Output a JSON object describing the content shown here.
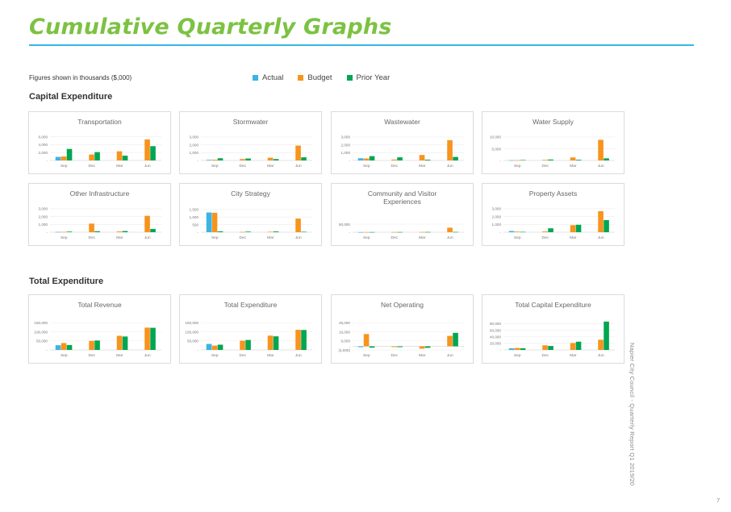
{
  "header": {
    "title": "Cumulative Quarterly Graphs"
  },
  "note": "Figures shown in thousands ($,000)",
  "legend": [
    {
      "label": "Actual",
      "color": "#3bb4e5"
    },
    {
      "label": "Budget",
      "color": "#f7941d"
    },
    {
      "label": "Prior Year",
      "color": "#00a651"
    }
  ],
  "sections": {
    "capital": "Capital Expenditure",
    "total": "Total Expenditure"
  },
  "footer": {
    "side_text": "Napier City Council - Quarterly Report Q1 2019/20",
    "page_number": "7"
  },
  "chart_data": [
    {
      "id": "transportation",
      "title": "Transportation",
      "type": "bar",
      "categories": [
        "Sep",
        "Dec",
        "Mar",
        "Jun"
      ],
      "ticks": [
        "-",
        "2,000",
        "4,000",
        "6,000"
      ],
      "ylim": [
        0,
        6500
      ],
      "series": [
        {
          "name": "Actual",
          "values": [
            900,
            0,
            0,
            0
          ]
        },
        {
          "name": "Budget",
          "values": [
            1000,
            1500,
            2300,
            5300
          ]
        },
        {
          "name": "Prior Year",
          "values": [
            2900,
            2100,
            1200,
            3600
          ]
        }
      ]
    },
    {
      "id": "stormwater",
      "title": "Stormwater",
      "type": "bar",
      "categories": [
        "Sep",
        "Dec",
        "Mar",
        "Jun"
      ],
      "ticks": [
        "-",
        "1,000",
        "2,000",
        "3,000"
      ],
      "ylim": [
        0,
        3300
      ],
      "series": [
        {
          "name": "Actual",
          "values": [
            80,
            0,
            0,
            0
          ]
        },
        {
          "name": "Budget",
          "values": [
            100,
            180,
            350,
            1900
          ]
        },
        {
          "name": "Prior Year",
          "values": [
            280,
            250,
            180,
            400
          ]
        }
      ]
    },
    {
      "id": "wastewater",
      "title": "Wastewater",
      "type": "bar",
      "categories": [
        "Sep",
        "Dec",
        "Mar",
        "Jun"
      ],
      "ticks": [
        "-",
        "1,000",
        "2,000",
        "3,000"
      ],
      "ylim": [
        0,
        3300
      ],
      "series": [
        {
          "name": "Actual",
          "values": [
            280,
            0,
            0,
            0
          ]
        },
        {
          "name": "Budget",
          "values": [
            250,
            120,
            700,
            2600
          ]
        },
        {
          "name": "Prior Year",
          "values": [
            550,
            400,
            100,
            450
          ]
        }
      ]
    },
    {
      "id": "water-supply",
      "title": "Water Supply",
      "type": "bar",
      "categories": [
        "Sep",
        "Dec",
        "Mar",
        "Jun"
      ],
      "ticks": [
        "-",
        "5,000",
        "10,000"
      ],
      "ylim": [
        0,
        11000
      ],
      "series": [
        {
          "name": "Actual",
          "values": [
            120,
            0,
            0,
            0
          ]
        },
        {
          "name": "Budget",
          "values": [
            100,
            250,
            1300,
            8800
          ]
        },
        {
          "name": "Prior Year",
          "values": [
            200,
            400,
            300,
            900
          ]
        }
      ]
    },
    {
      "id": "other-infrastructure",
      "title": "Other Infrastructure",
      "type": "bar",
      "categories": [
        "Sep",
        "Dec",
        "Mar",
        "Jun"
      ],
      "ticks": [
        "-",
        "1,000",
        "2,000",
        "3,000"
      ],
      "ylim": [
        0,
        3300
      ],
      "series": [
        {
          "name": "Actual",
          "values": [
            40,
            0,
            0,
            0
          ]
        },
        {
          "name": "Budget",
          "values": [
            40,
            1100,
            100,
            2100
          ]
        },
        {
          "name": "Prior Year",
          "values": [
            80,
            130,
            150,
            420
          ]
        }
      ]
    },
    {
      "id": "city-strategy",
      "title": "City Strategy",
      "type": "bar",
      "categories": [
        "Sep",
        "Dec",
        "Mar",
        "Jun"
      ],
      "ticks": [
        "-",
        "500",
        "1,000",
        "1,500"
      ],
      "ylim": [
        0,
        1700
      ],
      "series": [
        {
          "name": "Actual",
          "values": [
            1300,
            0,
            0,
            0
          ]
        },
        {
          "name": "Budget",
          "values": [
            1280,
            20,
            30,
            900
          ]
        },
        {
          "name": "Prior Year",
          "values": [
            60,
            40,
            50,
            30
          ]
        }
      ]
    },
    {
      "id": "community-visitor",
      "title": "Community and Visitor Experiences",
      "type": "bar",
      "categories": [
        "Sep",
        "Dec",
        "Mar",
        "Jun"
      ],
      "ticks": [
        "-",
        "50,000"
      ],
      "ylim": [
        0,
        100000
      ],
      "series": [
        {
          "name": "Actual",
          "values": [
            500,
            0,
            0,
            0
          ]
        },
        {
          "name": "Budget",
          "values": [
            800,
            900,
            1200,
            28000
          ]
        },
        {
          "name": "Prior Year",
          "values": [
            900,
            1100,
            1500,
            1800
          ]
        }
      ]
    },
    {
      "id": "property-assets",
      "title": "Property Assets",
      "type": "bar",
      "categories": [
        "Sep",
        "Dec",
        "Mar",
        "Jun"
      ],
      "ticks": [
        "-",
        "1,000",
        "2,000",
        "3,000"
      ],
      "ylim": [
        0,
        3300
      ],
      "series": [
        {
          "name": "Actual",
          "values": [
            150,
            0,
            0,
            0
          ]
        },
        {
          "name": "Budget",
          "values": [
            80,
            100,
            900,
            2700
          ]
        },
        {
          "name": "Prior Year",
          "values": [
            50,
            500,
            950,
            1550
          ]
        }
      ]
    },
    {
      "id": "total-revenue",
      "title": "Total Revenue",
      "type": "bar",
      "categories": [
        "Sep",
        "Dec",
        "Mar",
        "Jun"
      ],
      "ticks": [
        "-",
        "50,000",
        "100,000",
        "150,000"
      ],
      "ylim": [
        0,
        160000
      ],
      "series": [
        {
          "name": "Actual",
          "values": [
            26000,
            0,
            0,
            0
          ]
        },
        {
          "name": "Budget",
          "values": [
            38000,
            50000,
            78000,
            123000
          ]
        },
        {
          "name": "Prior Year",
          "values": [
            27000,
            52000,
            74000,
            122000
          ]
        }
      ]
    },
    {
      "id": "total-expenditure",
      "title": "Total Expenditure",
      "type": "bar",
      "categories": [
        "Sep",
        "Dec",
        "Mar",
        "Jun"
      ],
      "ticks": [
        "-",
        "50,000",
        "100,000",
        "150,000"
      ],
      "ylim": [
        0,
        160000
      ],
      "series": [
        {
          "name": "Actual",
          "values": [
            33000,
            0,
            0,
            0
          ]
        },
        {
          "name": "Budget",
          "values": [
            24000,
            51000,
            79000,
            111000
          ]
        },
        {
          "name": "Prior Year",
          "values": [
            29000,
            55000,
            75000,
            110000
          ]
        }
      ]
    },
    {
      "id": "net-operating",
      "title": "Net Operating",
      "type": "bar",
      "categories": [
        "Sep",
        "Dec",
        "Mar",
        "Jun"
      ],
      "ticks": [
        "(4,000)",
        "-",
        "6,000",
        "16,000",
        "26,000"
      ],
      "tick_values": [
        -4000,
        0,
        6000,
        16000,
        26000
      ],
      "ylim": [
        -4000,
        28000
      ],
      "series": [
        {
          "name": "Actual",
          "values": [
            -1000,
            0,
            0,
            0
          ]
        },
        {
          "name": "Budget",
          "values": [
            13500,
            -900,
            -2600,
            11500
          ]
        },
        {
          "name": "Prior Year",
          "values": [
            -1500,
            -900,
            -1700,
            14800
          ]
        }
      ]
    },
    {
      "id": "total-capital-expenditure",
      "title": "Total Capital Expenditure",
      "type": "bar",
      "categories": [
        "Sep",
        "Dec",
        "Mar",
        "Jun"
      ],
      "ticks": [
        "-",
        "20,000",
        "40,000",
        "60,000",
        "80,000"
      ],
      "ylim": [
        0,
        88000
      ],
      "series": [
        {
          "name": "Actual",
          "values": [
            5000,
            0,
            0,
            0
          ]
        },
        {
          "name": "Budget",
          "values": [
            6000,
            14000,
            21000,
            31000
          ]
        },
        {
          "name": "Prior Year",
          "values": [
            5000,
            12000,
            25000,
            86000
          ]
        }
      ]
    }
  ]
}
